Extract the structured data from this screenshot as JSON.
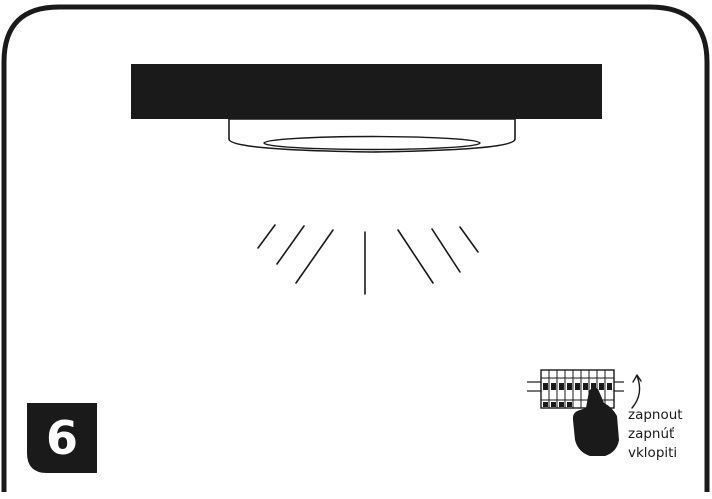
{
  "step": {
    "number": "6"
  },
  "switch_labels": [
    "zapnout",
    "zapnúť",
    "vklopiti"
  ],
  "colors": {
    "ink": "#1a1a1a",
    "ceiling": "#1a1a1a",
    "background": "#ffffff"
  },
  "icons": [
    "ceiling-slab",
    "ceiling-lamp",
    "light-rays",
    "circuit-breaker-panel",
    "hand-icon",
    "curved-arrow-icon"
  ]
}
